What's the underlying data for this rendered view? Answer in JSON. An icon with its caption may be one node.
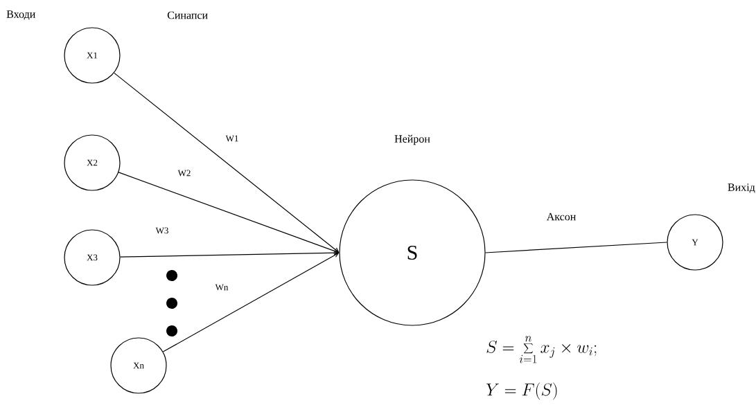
{
  "diagram": {
    "nodes": [
      {
        "text": [
          "X1"
        ]
      },
      {
        "text": [
          "X2"
        ]
      },
      {
        "text": [
          "X3"
        ]
      },
      {
        "text": [
          "Xn"
        ]
      },
      {
        "text": [
          "S"
        ],
        "beside": [
          "Нейрон"
        ]
      },
      {
        "text": [
          "Y"
        ],
        "beside": [
          "Вихід"
        ]
      }
    ],
    "edges": [
      {
        "from": 0,
        "to": 4,
        "arrow": "to",
        "label": "W1"
      },
      {
        "from": 1,
        "to": 4,
        "arrow": "to",
        "label": "W2"
      },
      {
        "from": 2,
        "to": 4,
        "arrow": "to",
        "label": "W3"
      },
      {
        "from": 3,
        "to": 4,
        "arrow": "to",
        "label": "Wn"
      },
      {
        "from": 4,
        "to": 5,
        "arrow": "none",
        "label": "Аксон"
      }
    ],
    "labels": [
      "Входи",
      "Синапси",
      "S = \\sum_{i=1}^{n} x_j \\times w_i;",
      "Y = F(S)"
    ]
  }
}
